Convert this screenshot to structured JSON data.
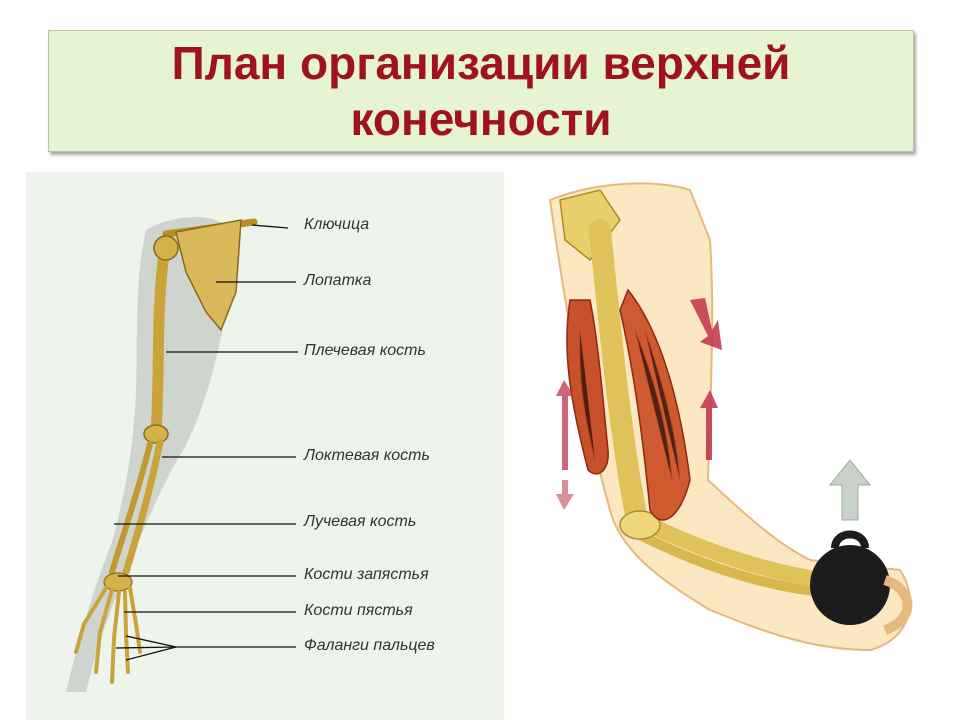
{
  "title": "План организации верхней конечности",
  "skeleton": {
    "labels": [
      "Ключица",
      "Лопатка",
      "Плечевая кость",
      "Локтевая кость",
      "Лучевая кость",
      "Кости запястья",
      "Кости пястья",
      "Фаланги пальцев"
    ]
  },
  "colors": {
    "title": "#a0121d",
    "title_bg": "#e6f4d3",
    "bone": "#c9a43a",
    "muscle": "#c8502a",
    "arrow": "#c0304a"
  }
}
